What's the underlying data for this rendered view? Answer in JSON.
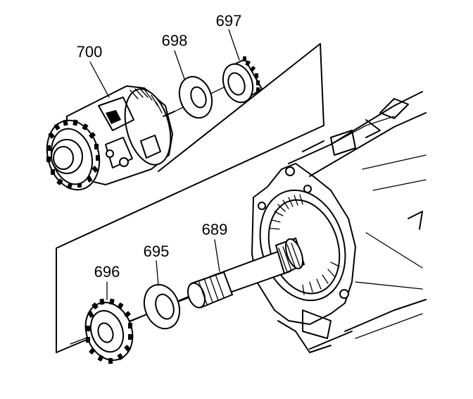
{
  "callouts": {
    "carrier": "700",
    "washer_upper": "698",
    "gear_upper": "697",
    "shaft": "689",
    "washer_lower": "695",
    "gear_lower": "696"
  }
}
